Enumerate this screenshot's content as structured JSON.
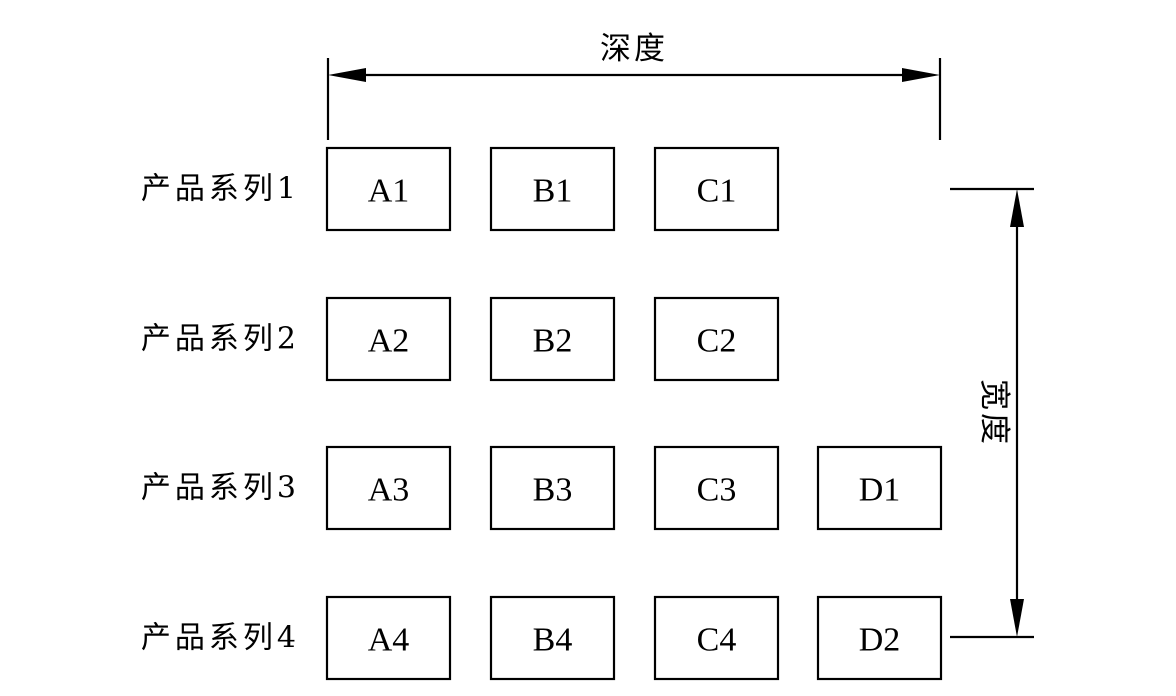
{
  "dimensions": {
    "depth_label": "深度",
    "width_label": "宽度"
  },
  "rows": [
    {
      "label": "产品系列1",
      "boxes": [
        "A1",
        "B1",
        "C1"
      ]
    },
    {
      "label": "产品系列2",
      "boxes": [
        "A2",
        "B2",
        "C2"
      ]
    },
    {
      "label": "产品系列3",
      "boxes": [
        "A3",
        "B3",
        "C3",
        "D1"
      ]
    },
    {
      "label": "产品系列4",
      "boxes": [
        "A4",
        "B4",
        "C4",
        "D2"
      ]
    }
  ]
}
